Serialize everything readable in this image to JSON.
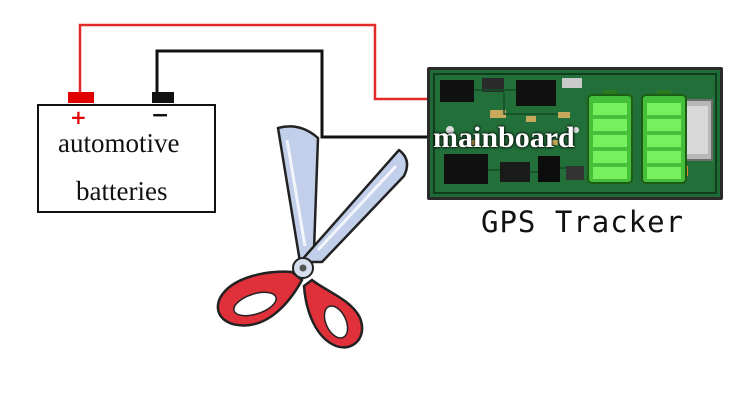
{
  "battery": {
    "positive_sign": "+",
    "negative_sign": "−",
    "label_line1": "automotive",
    "label_line2": "batteries"
  },
  "device": {
    "board_label": "mainboard",
    "caption": "GPS Tracker"
  },
  "colors": {
    "positive_wire": "#e32a2a",
    "negative_wire": "#111111",
    "positive_terminal": "#e00000",
    "negative_terminal": "#111111",
    "board_green": "#1f6b35",
    "battery_green": "#5fe24a",
    "scissor_handle": "#e0303a",
    "scissor_blade": "#b9c8e6"
  },
  "icons": {
    "scissors": "scissors-icon",
    "battery_level": "battery-level-icon"
  }
}
